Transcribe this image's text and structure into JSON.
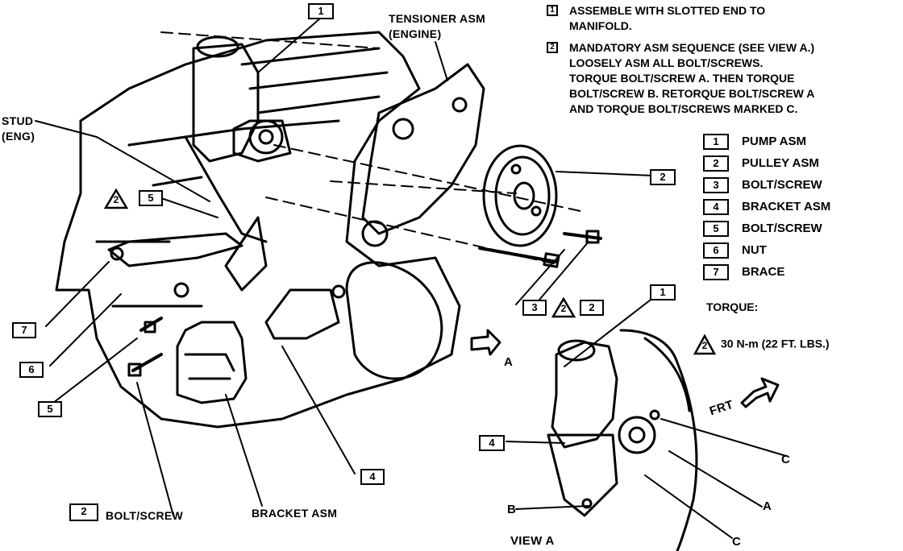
{
  "notes": [
    {
      "marker": "1",
      "text_lines": [
        "ASSEMBLE WITH SLOTTED END TO",
        "MANIFOLD."
      ]
    },
    {
      "marker": "2",
      "text_lines": [
        "MANDATORY ASM SEQUENCE (SEE VIEW A.)",
        "LOOSELY ASM ALL BOLT/SCREWS.",
        "TORQUE BOLT/SCREW A. THEN TORQUE",
        "BOLT/SCREW B. RETORQUE BOLT/SCREW A",
        "AND TORQUE BOLT/SCREWS MARKED C."
      ]
    }
  ],
  "legend": [
    {
      "num": "1",
      "label": "PUMP ASM"
    },
    {
      "num": "2",
      "label": "PULLEY ASM"
    },
    {
      "num": "3",
      "label": "BOLT/SCREW"
    },
    {
      "num": "4",
      "label": "BRACKET ASM"
    },
    {
      "num": "5",
      "label": "BOLT/SCREW"
    },
    {
      "num": "6",
      "label": "NUT"
    },
    {
      "num": "7",
      "label": "BRACE"
    }
  ],
  "torque": {
    "heading": "TORQUE:",
    "marker": "2",
    "value": "30 N-m (22 FT. LBS.)"
  },
  "labels": {
    "tensioner_line1": "TENSIONER ASM",
    "tensioner_line2": "(ENGINE)",
    "stud_line1": "STUD",
    "stud_line2": "(ENG)",
    "bolt_screw_caption": "BOLT/SCREW",
    "bracket_caption": "BRACKET ASM",
    "view_a_arrow": "A",
    "view_a_title": "VIEW A",
    "frt": "FRT",
    "letter_a": "A",
    "letter_b": "B",
    "letter_c1": "C",
    "letter_c2": "C"
  },
  "callouts": {
    "c1_top": "1",
    "c2_right": "2",
    "c5_left": "5",
    "tri2_left": "2",
    "c7": "7",
    "c6": "6",
    "c5_bottom": "5",
    "c4_bottom": "4",
    "c3_group": "3",
    "tri2_group": "2",
    "note2_group": "2",
    "c2_caption": "2",
    "c1_view": "1",
    "c4_view": "4"
  }
}
